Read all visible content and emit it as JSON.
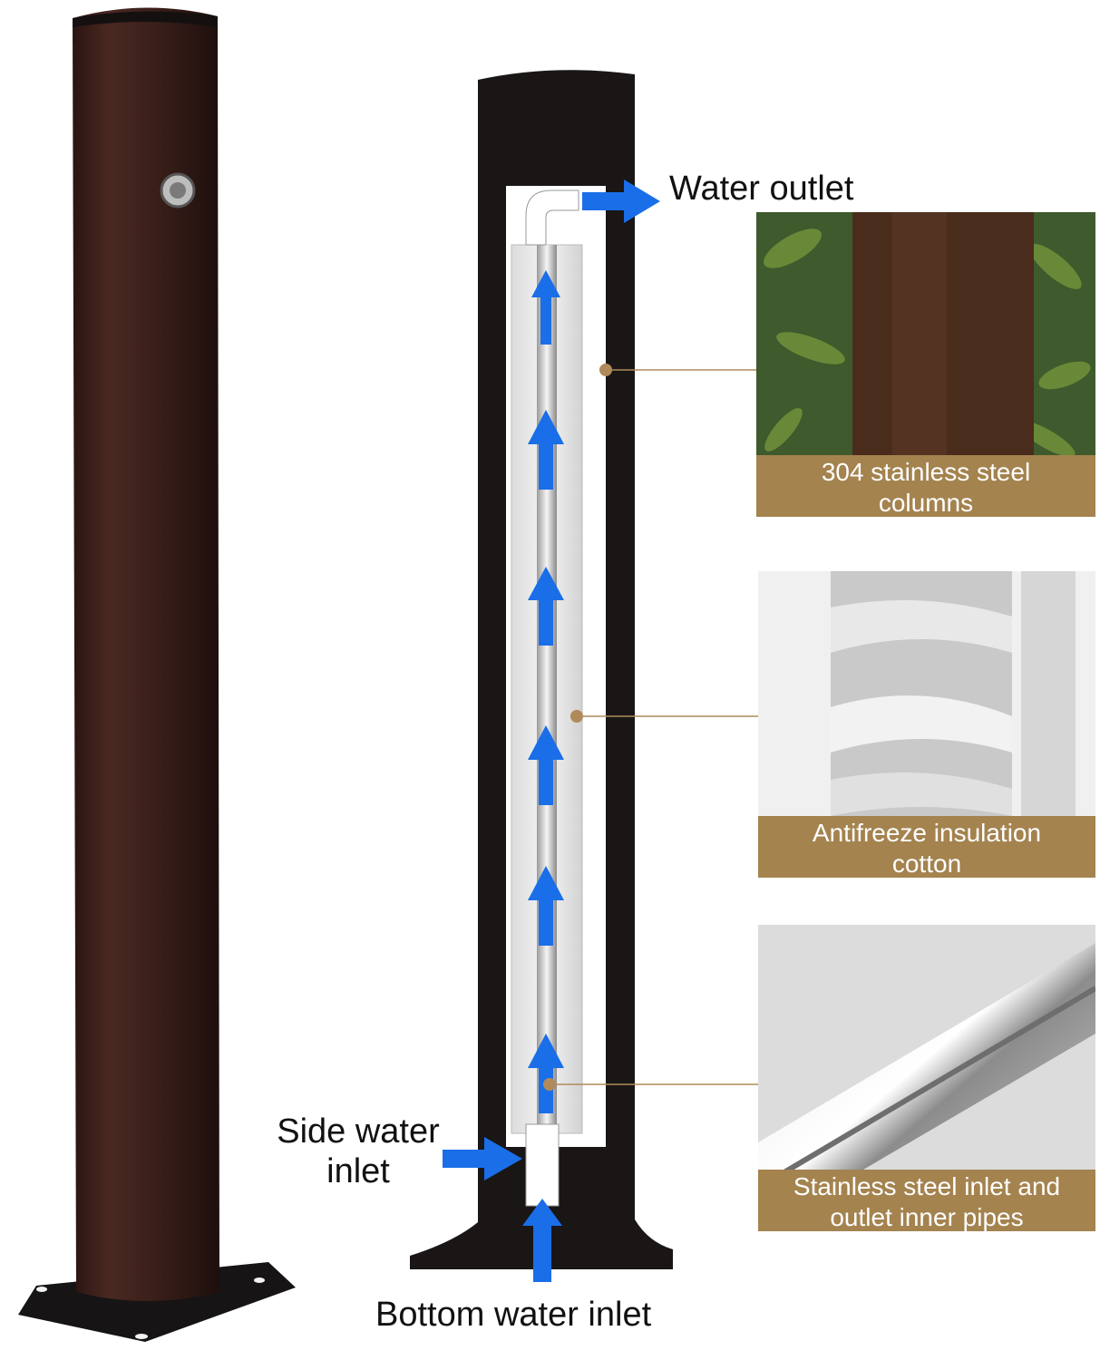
{
  "labels": {
    "water_outlet": "Water outlet",
    "side_inlet_line1": "Side water",
    "side_inlet_line2": "inlet",
    "bottom_inlet": "Bottom water inlet"
  },
  "panels": [
    {
      "caption_line1": "304 stainless steel",
      "caption_line2": "columns"
    },
    {
      "caption_line1": "Antifreeze insulation",
      "caption_line2": "cotton"
    },
    {
      "caption_line1": "Stainless steel inlet and",
      "caption_line2": "outlet inner pipes"
    }
  ],
  "colors": {
    "post": "#3a1f1a",
    "section_outline": "#1a1616",
    "flow_arrow": "#1a6ee8",
    "leader_line": "#b08a5a",
    "caption_bg": "#a4834f"
  }
}
